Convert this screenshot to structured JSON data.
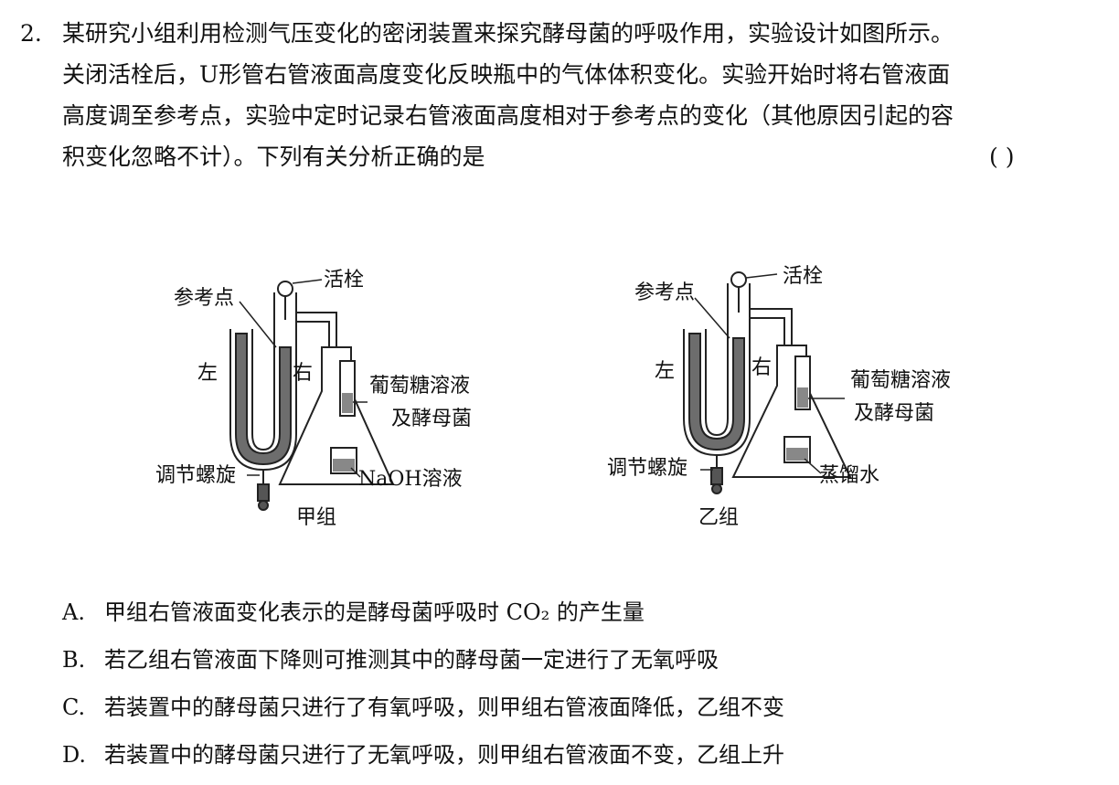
{
  "question": {
    "number": "2.",
    "stem_lines": [
      "某研究小组利用检测气压变化的密闭装置来探究酵母菌的呼吸作用，实验设计如图所示。",
      "关闭活栓后，U形管右管液面高度变化反映瓶中的气体体积变化。实验开始时将右管液面",
      "高度调至参考点，实验中定时记录右管液面高度相对于参考点的变化（其他原因引起的容",
      "积变化忽略不计）。下列有关分析正确的是"
    ],
    "answer_bracket": "(      )"
  },
  "figure": {
    "group_a": {
      "reference_point": "参考点",
      "stopcock": "活栓",
      "left": "左",
      "right": "右",
      "solution_line1": "葡萄糖溶液",
      "solution_line2": "及酵母菌",
      "screw": "调节螺旋",
      "beaker": "NaOH溶液",
      "caption": "甲组"
    },
    "group_b": {
      "reference_point": "参考点",
      "stopcock": "活栓",
      "left": "左",
      "right": "右",
      "solution_line1": "葡萄糖溶液",
      "solution_line2": "及酵母菌",
      "screw": "调节螺旋",
      "beaker": "蒸馏水",
      "caption": "乙组"
    }
  },
  "options": [
    {
      "letter": "A.",
      "text": "甲组右管液面变化表示的是酵母菌呼吸时 CO₂ 的产生量"
    },
    {
      "letter": "B.",
      "text": "若乙组右管液面下降则可推测其中的酵母菌一定进行了无氧呼吸"
    },
    {
      "letter": "C.",
      "text": "若装置中的酵母菌只进行了有氧呼吸，则甲组右管液面降低，乙组不变"
    },
    {
      "letter": "D.",
      "text": "若装置中的酵母菌只进行了无氧呼吸，则甲组右管液面不变，乙组上升"
    }
  ]
}
